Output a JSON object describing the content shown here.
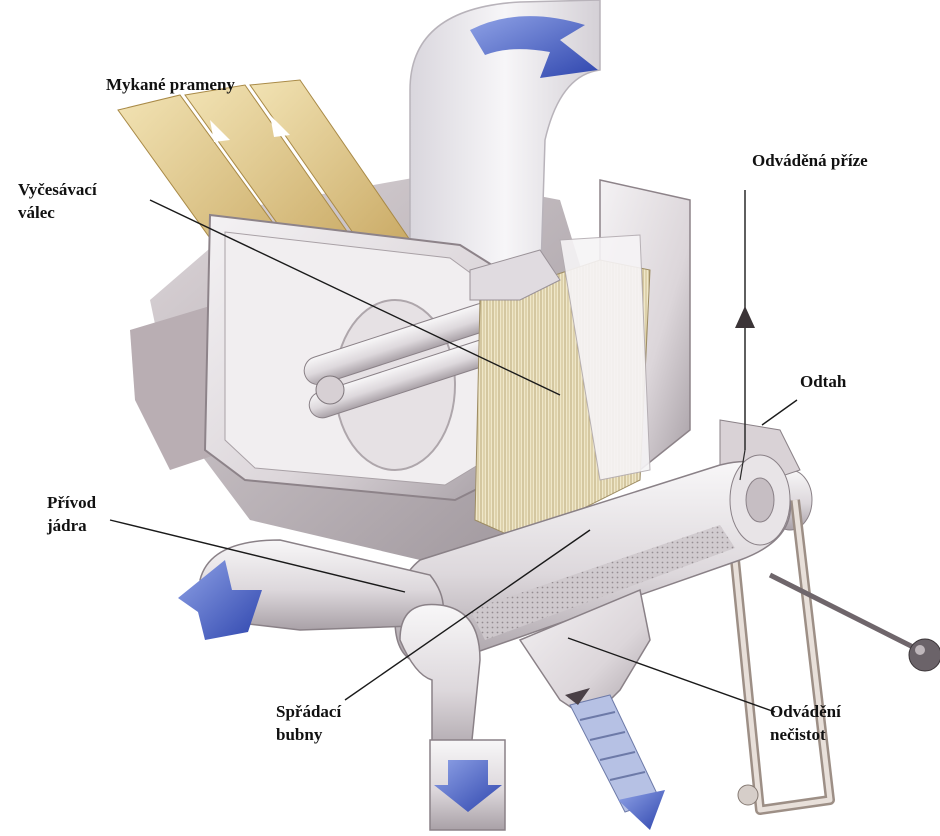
{
  "labels": {
    "mykane_prameny": "Mykané prameny",
    "vycesavaci_valec": [
      "Vyčesávací",
      "válec"
    ],
    "odvadena_prize": "Odváděná příze",
    "odtah": "Odtah",
    "privod_jadra": [
      "Přívod",
      "jádra"
    ],
    "spradaci_bubny": [
      "Spřádací",
      "bubny"
    ],
    "odvadeni_necistot": [
      "Odvádění",
      "nečistot"
    ]
  },
  "colors": {
    "machine_body": "#e9e6ea",
    "machine_shadow": "#b9b1b6",
    "sliver": "#e8cf8a",
    "arrow_blue": "#3d55b8",
    "line": "#1a1a1a"
  }
}
